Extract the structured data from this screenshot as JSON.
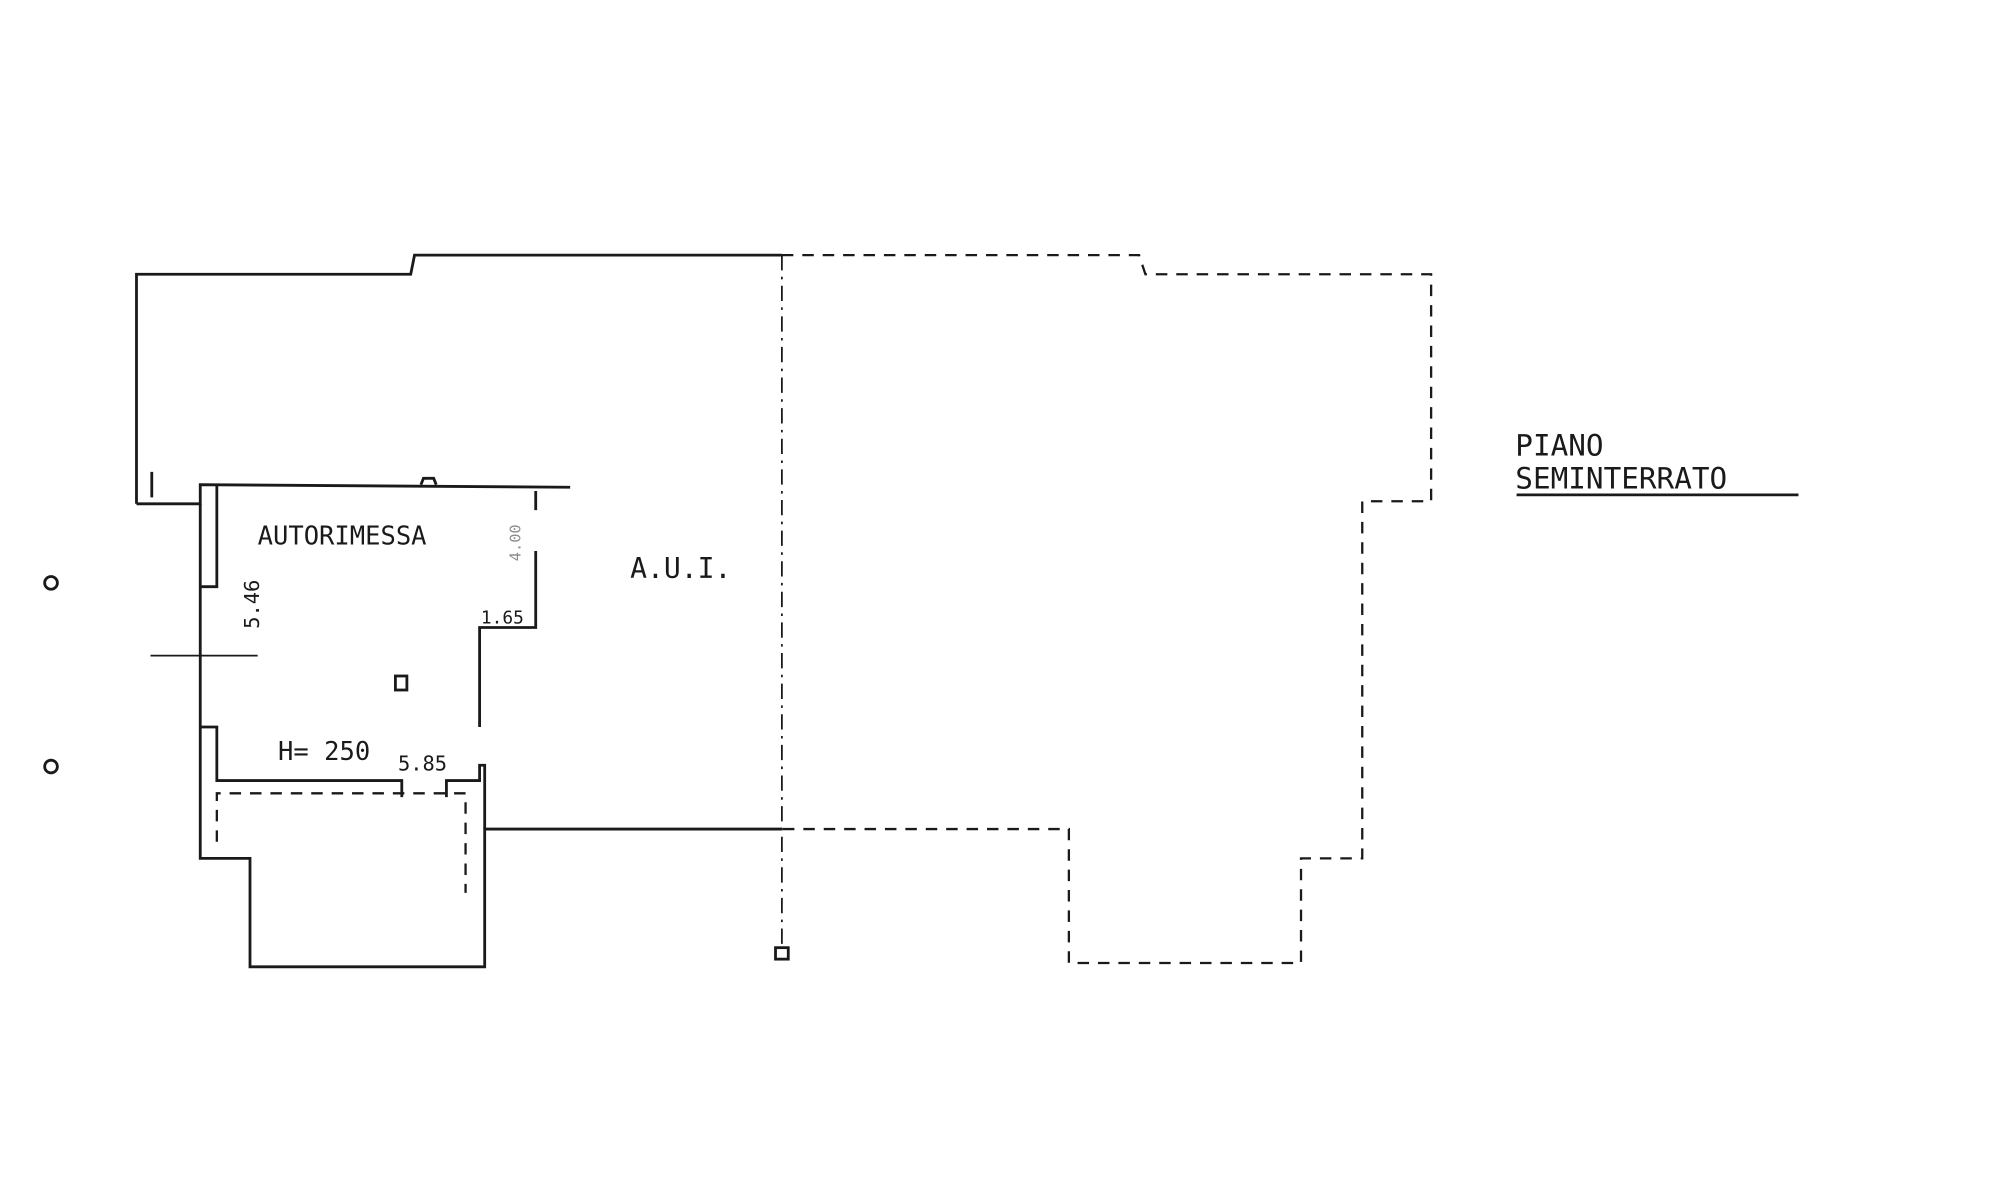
{
  "plan": {
    "title_line1": "PIANO",
    "title_line2": "SEMINTERRATO",
    "rooms": {
      "garage": "AUTORIMESSA",
      "aui": "A.U.I."
    },
    "height_label": "H= 250",
    "dimensions": {
      "left": "5.46",
      "right_top": "4.00",
      "step": "1.65",
      "bottom": "5.85"
    },
    "ink_color": "#1a1a1a",
    "paper_color": "#ffffff"
  }
}
